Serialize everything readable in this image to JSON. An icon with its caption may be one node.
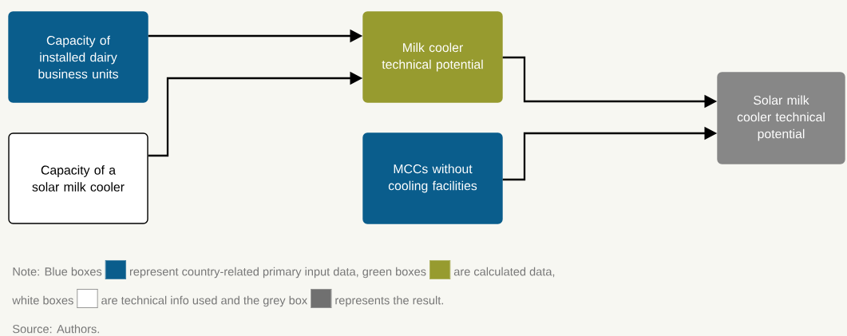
{
  "diagram": {
    "nodes": [
      {
        "text": [
          "Capacity of installed dairy business units"
        ]
      },
      {
        "text": [
          "Capacity of a solar milk cooler"
        ]
      },
      {
        "text": [
          "Milk cooler technical potential"
        ]
      },
      {
        "text": [
          "MCCs without cooling facilities"
        ]
      },
      {
        "text": [
          "Solar milk cooler technical potential"
        ]
      }
    ],
    "edges": [
      {
        "from": 0,
        "to": 2,
        "arrow": "to"
      },
      {
        "from": 1,
        "to": 2,
        "arrow": "to"
      },
      {
        "from": 2,
        "to": 4,
        "arrow": "to"
      },
      {
        "from": 3,
        "to": 4,
        "arrow": "to"
      }
    ],
    "labels": [
      "Note: Blue boxes",
      "represent country-related primary input data, green boxes",
      "are calculated data,",
      "white boxes",
      "are technical info used and the grey box",
      "represents the result.",
      "Source: Authors."
    ]
  }
}
